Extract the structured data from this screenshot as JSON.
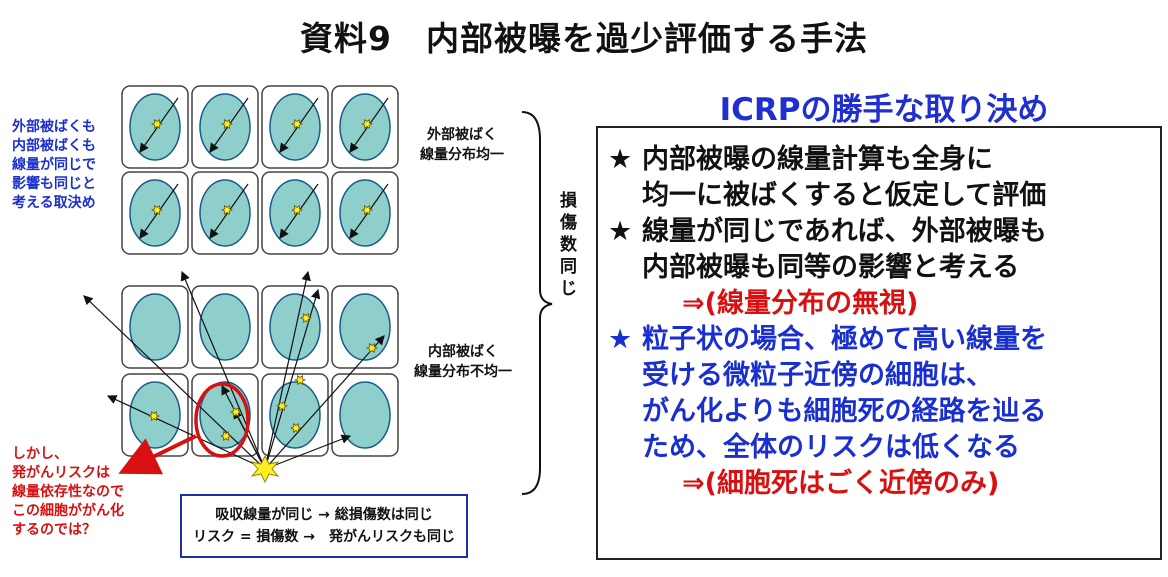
{
  "title": "資料9　内部被曝を過少評価する手法",
  "subtitle": "ICRPの勝手な取り決め",
  "left_note_blue": [
    "外部被ばくも",
    "内部被ばくも",
    "線量が同じで",
    "影響も同じと",
    "考える取決め"
  ],
  "left_note_red": [
    "しかし、",
    "発がんリスクは",
    "線量依存性なので",
    "この細胞ががん化",
    "するのでは？"
  ],
  "external_label": [
    "外部被ばく",
    "線量分布均一"
  ],
  "internal_label": [
    "内部被ばく",
    "線量分布不均一"
  ],
  "damage_label": "損傷数同じ",
  "summary": [
    "吸収線量が同じ → 総損傷数は同じ",
    "リスク = 損傷数 →　発がんリスクも同じ"
  ],
  "bullets": [
    {
      "star": "★",
      "lines": [
        "内部被曝の線量計算も全身に",
        "均一に被ばくすると仮定して評価"
      ],
      "color": "black"
    },
    {
      "star": "★",
      "lines": [
        "線量が同じであれば、外部被曝も",
        "内部被曝も同等の影響と考える"
      ],
      "color": "black"
    },
    {
      "star": "★",
      "lines": [
        "粒子状の場合、極めて高い線量を",
        "受ける微粒子近傍の細胞は、",
        "がん化よりも細胞死の経路を辿る",
        "ため、全体のリスクは低くなる"
      ],
      "color": "blue"
    }
  ],
  "conclusion1": "⇒(線量分布の無視)",
  "conclusion2": "⇒(細胞死はごく近傍のみ)",
  "colors": {
    "cell_fill": "#8ecfcc",
    "cell_stroke": "#1a5a8a",
    "blue_text": "#1a2fd0",
    "red_text": "#d81010",
    "hit_yellow": "#ffee22"
  }
}
